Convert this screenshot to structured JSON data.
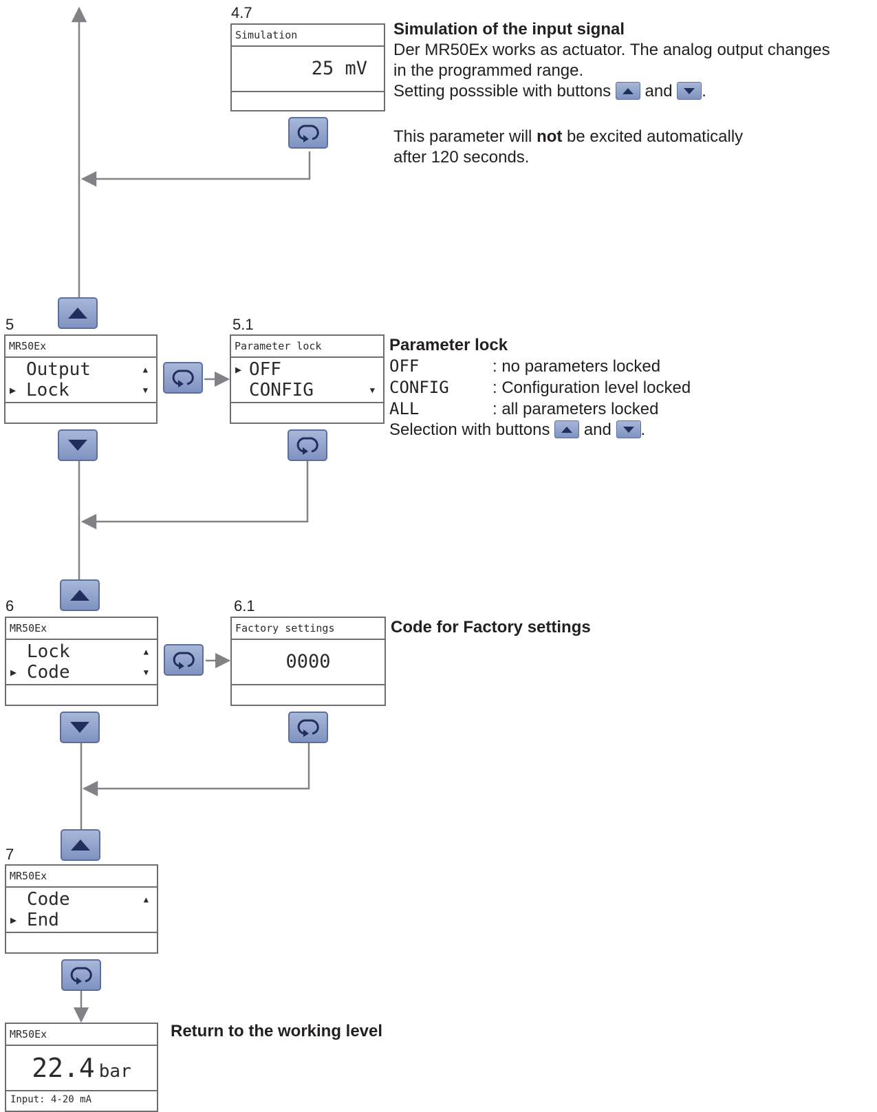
{
  "steps": {
    "s47": "4.7",
    "s5": "5",
    "s51": "5.1",
    "s6": "6",
    "s61": "6.1",
    "s7": "7"
  },
  "lcd_simulation": {
    "header": "Simulation",
    "value": "25 mV"
  },
  "lcd_5": {
    "header": "MR50Ex",
    "line1": "Output",
    "line2": "Lock"
  },
  "lcd_51": {
    "header": "Parameter lock",
    "line1": "OFF",
    "line2": "CONFIG"
  },
  "lcd_6": {
    "header": "MR50Ex",
    "line1": "Lock",
    "line2": "Code"
  },
  "lcd_61": {
    "header": "Factory settings",
    "value": "0000"
  },
  "lcd_7": {
    "header": "MR50Ex",
    "line1": "Code",
    "line2": "End"
  },
  "lcd_work": {
    "header": "MR50Ex",
    "value": "22.4",
    "unit": "bar",
    "footer": "Input: 4-20 mA"
  },
  "desc_simulation": {
    "title": "Simulation of the input signal",
    "line1": "Der MR50Ex works as actuator. The analog output changes",
    "line2": "in the programmed range.",
    "line3_pre": "Setting posssible with buttons",
    "and": "and",
    "period": ".",
    "line4_pre": "This parameter will",
    "line4_bold": "not",
    "line4_post": "be excited automatically",
    "line5": "after 120 seconds."
  },
  "desc_lock": {
    "title": "Parameter lock",
    "options": [
      {
        "name": "OFF",
        "text": ": no parameters locked"
      },
      {
        "name": "CONFIG",
        "text": ": Configuration level locked"
      },
      {
        "name": "ALL",
        "text": ": all parameters locked"
      }
    ],
    "selection_pre": "Selection with buttons",
    "and": "and",
    "period": "."
  },
  "desc_code": {
    "title": "Code for Factory settings"
  },
  "desc_return": {
    "title": "Return to the working level"
  },
  "colors": {
    "button": "#8fa2cc",
    "line": "#808285",
    "icon": "#1f2e5c"
  }
}
